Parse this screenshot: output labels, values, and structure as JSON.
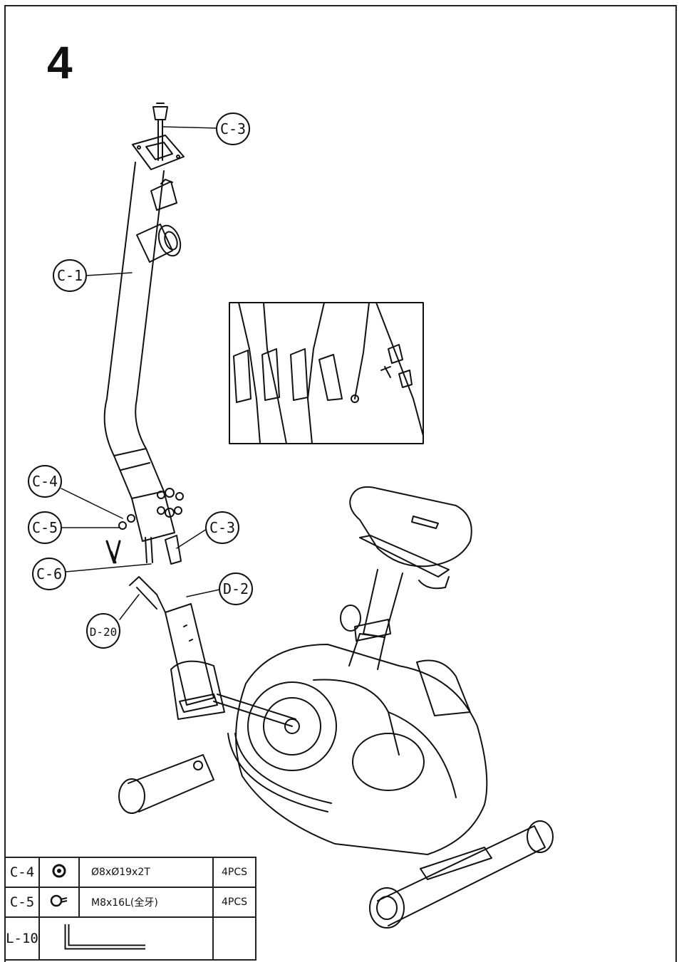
{
  "step": {
    "number": "4"
  },
  "callouts": {
    "c3_top": "C-3",
    "c1": "C-1",
    "c4": "C-4",
    "c5": "C-5",
    "c3_bottom": "C-3",
    "c6": "C-6",
    "d2": "D-2",
    "d20": "D-20"
  },
  "parts_table": {
    "rows": [
      {
        "code": "C-4",
        "icon": "washer-icon",
        "spec": "Ø8xØ19x2T",
        "qty": "4PCS"
      },
      {
        "code": "C-5",
        "icon": "bolt-icon",
        "spec": "M8x16L(全牙)",
        "qty": "4PCS"
      },
      {
        "code": "L-10",
        "icon": "allen-key-icon",
        "spec": "",
        "qty": ""
      }
    ]
  }
}
